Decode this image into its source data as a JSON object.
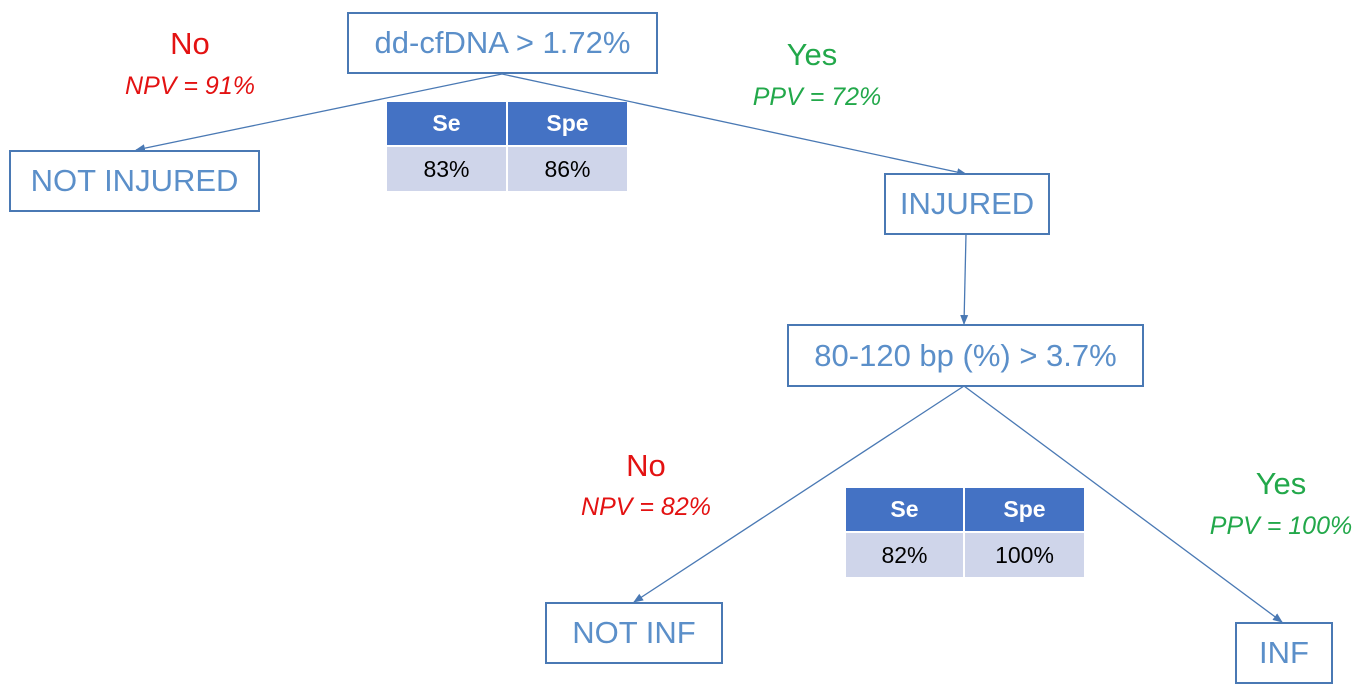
{
  "nodes": {
    "root": "dd-cfDNA > 1.72%",
    "not_injured": "NOT INJURED",
    "injured": "INJURED",
    "second": "80-120 bp (%) > 3.7%",
    "not_inf": "NOT INF",
    "inf": "INF"
  },
  "branches": {
    "root_no": {
      "label": "No",
      "metric": "NPV = 91%"
    },
    "root_yes": {
      "label": "Yes",
      "metric": "PPV = 72%"
    },
    "second_no": {
      "label": "No",
      "metric": "NPV = 82%"
    },
    "second_yes": {
      "label": "Yes",
      "metric": "PPV = 100%"
    }
  },
  "tables": {
    "first": {
      "headers": [
        "Se",
        "Spe"
      ],
      "values": [
        "83%",
        "86%"
      ]
    },
    "second": {
      "headers": [
        "Se",
        "Spe"
      ],
      "values": [
        "82%",
        "100%"
      ]
    }
  },
  "colors": {
    "node_border": "#4a79b4",
    "node_text": "#5b8fc9",
    "no": "#e31212",
    "yes": "#22a84a",
    "table_header": "#4472c4",
    "table_cell": "#cfd5ea"
  }
}
